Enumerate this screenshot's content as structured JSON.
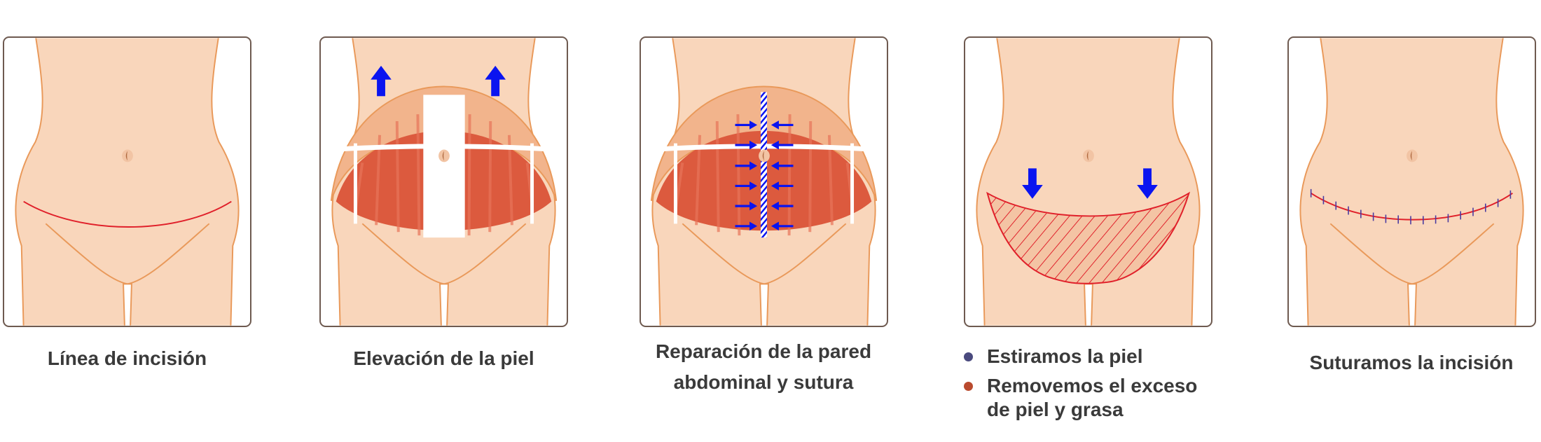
{
  "steps": [
    {
      "label": "Línea de incisión"
    },
    {
      "label": "Elevación de la piel"
    },
    {
      "label_line1": "Reparación de la pared",
      "label_line2": "abdominal y sutura"
    },
    {
      "legend": [
        {
          "text": "Estiramos la piel",
          "color": "#4a4a7e"
        },
        {
          "text_line1": "Removemos el exceso",
          "text_line2": "de piel y grasa",
          "color": "#b94a2e"
        }
      ]
    },
    {
      "label": "Suturamos la incisión"
    }
  ],
  "colors": {
    "skin": "#f9d6bb",
    "outline": "#e9995a",
    "flap": "#f2b48c",
    "muscle": "#dc5a3e",
    "arrow": "#0a14f0",
    "incision": "#e0202a",
    "border": "#6e5a50"
  }
}
